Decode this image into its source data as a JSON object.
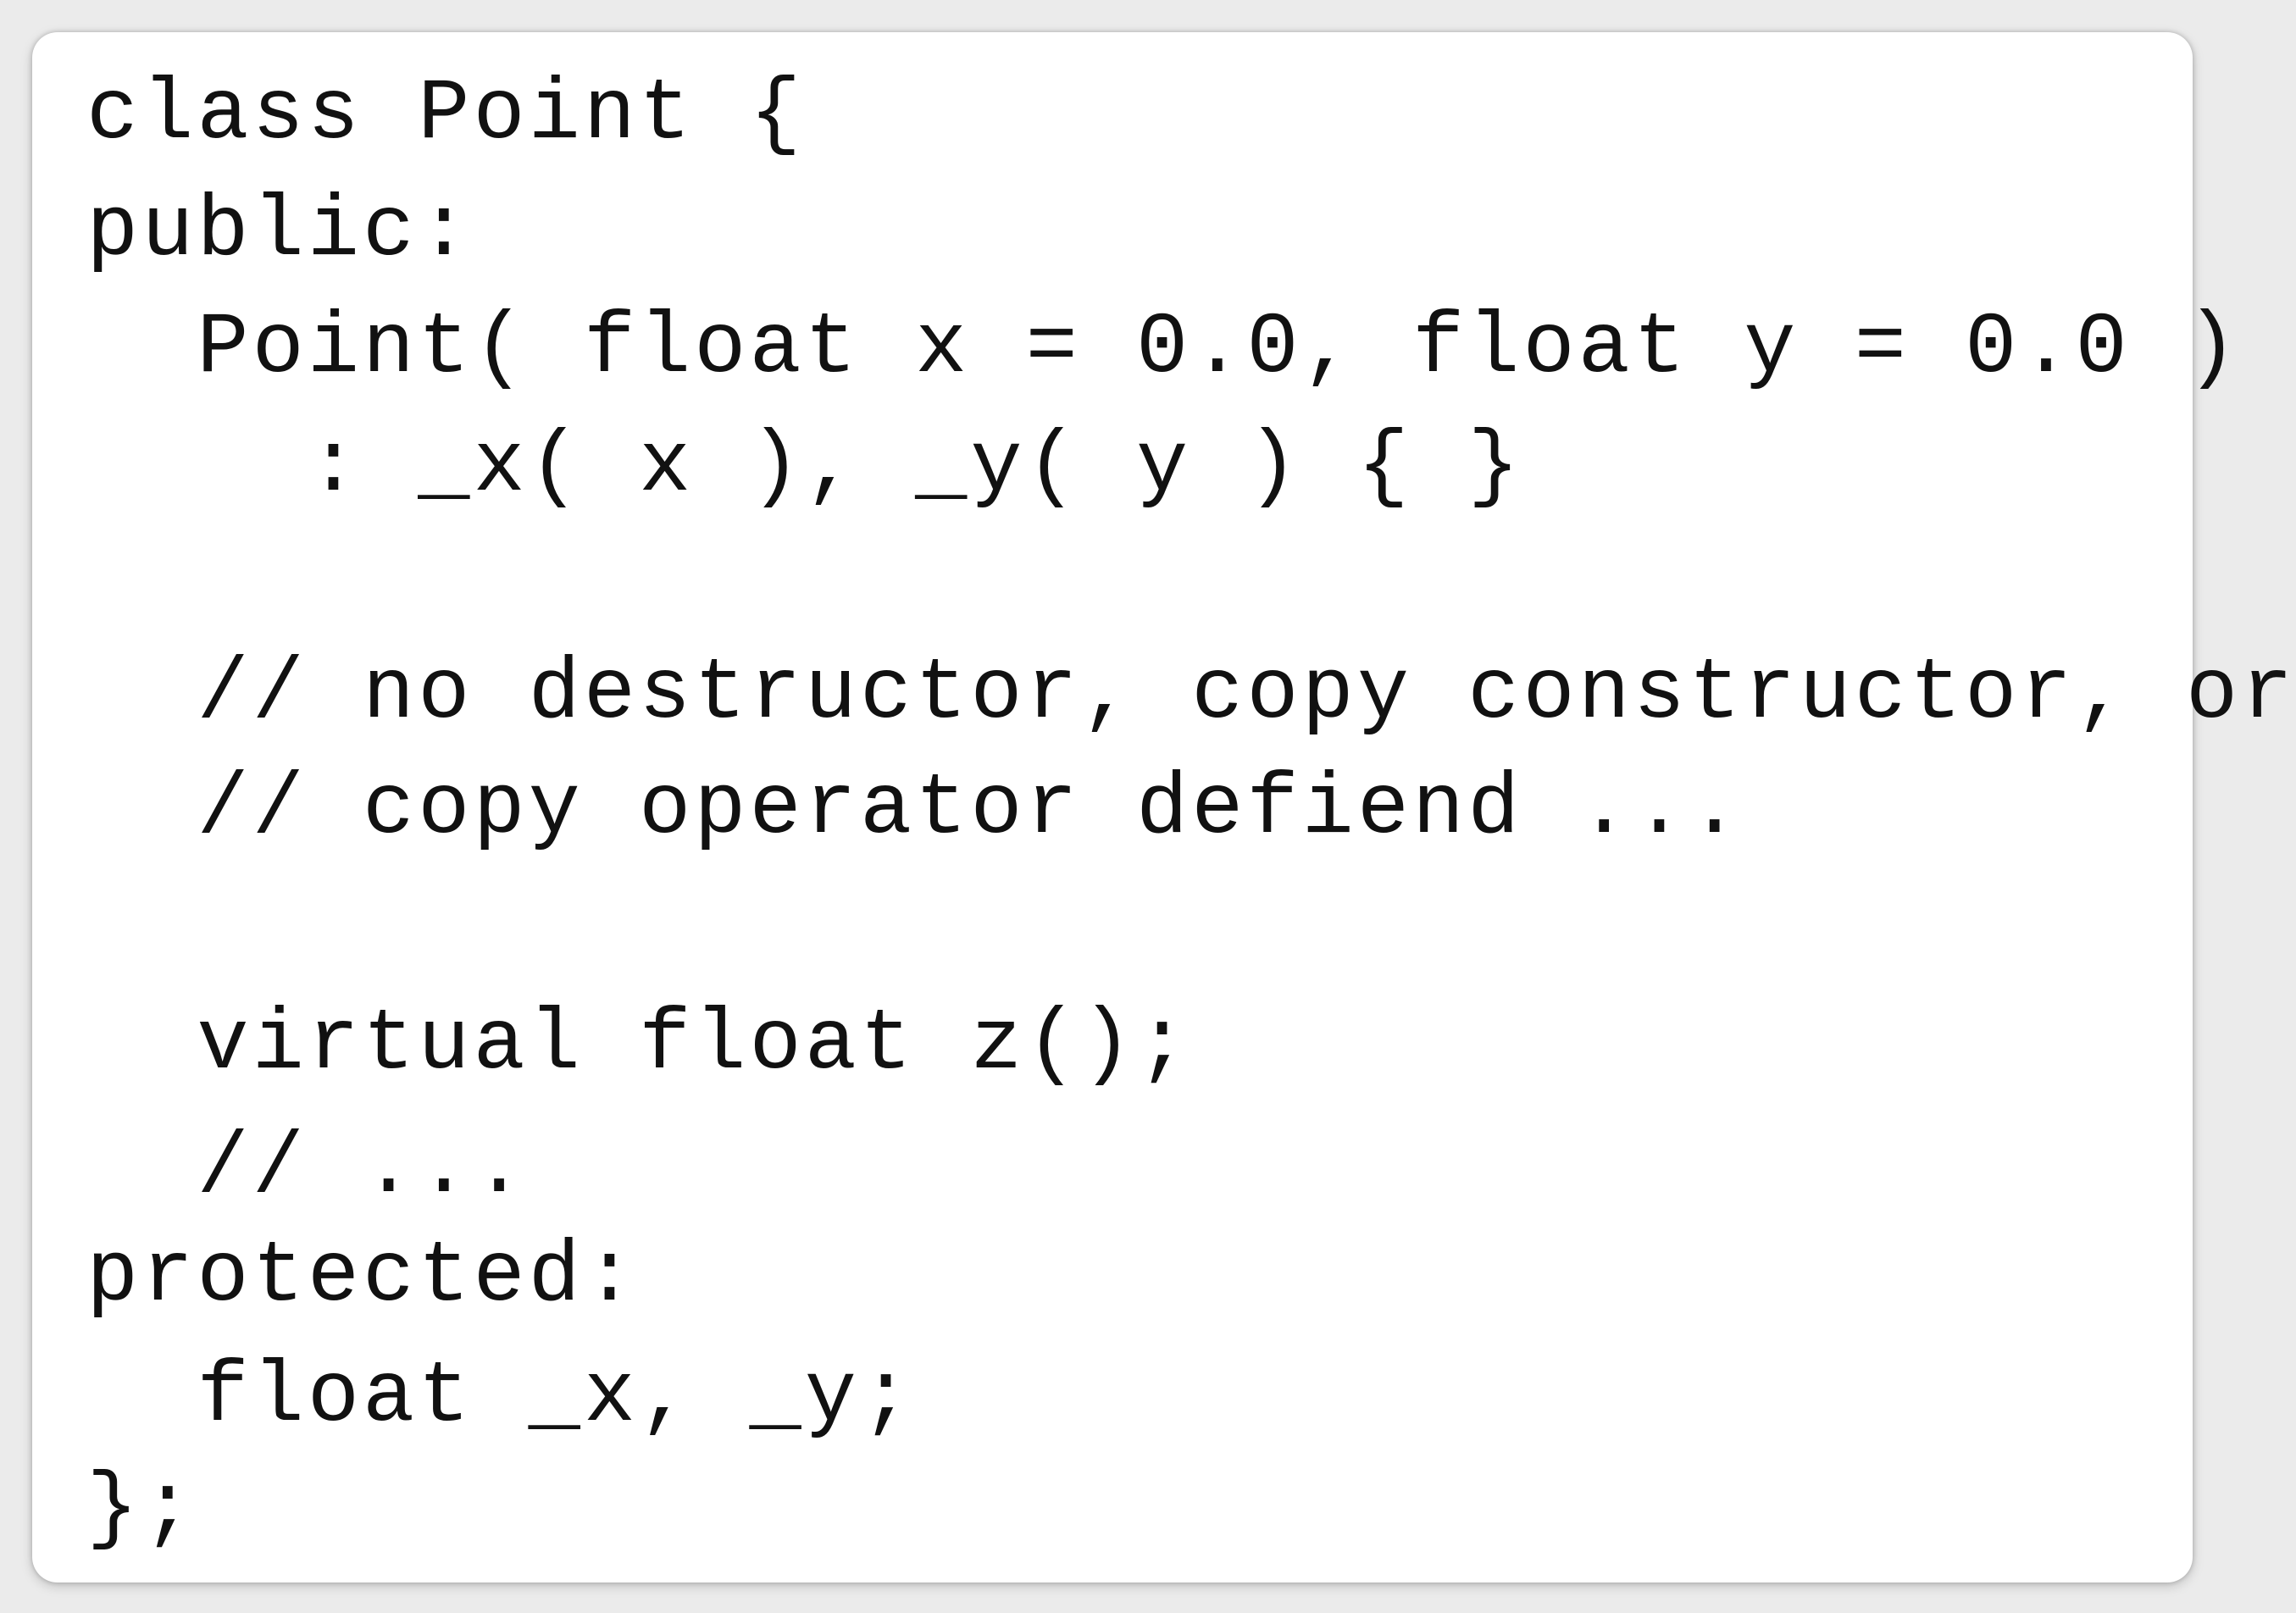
{
  "code": {
    "lines": [
      "class Point {",
      "public:",
      "  Point( float x = 0.0, float y = 0.0 )",
      "    : _x( x ), _y( y ) { }",
      "  // no destructor, copy constructor, or",
      "  // copy operator defiend ...",
      "  virtual float z();",
      "  // ...",
      "protected:",
      "  float _x, _y;",
      "};"
    ]
  }
}
